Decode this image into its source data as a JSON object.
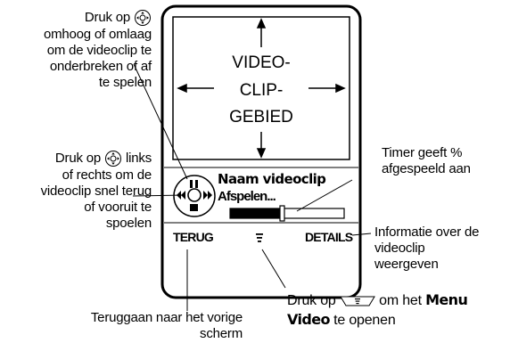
{
  "screen": {
    "video_area_lines": [
      "VIDEO-",
      "CLIP-",
      "GEBIED"
    ],
    "clip_name": "Naam videoclip",
    "playing_status": "Afspelen...",
    "progress_fraction": 0.45,
    "left_softkey": "TERUG",
    "menu_key_glyph": "menu-icon",
    "right_softkey": "DETAILS"
  },
  "callouts": {
    "up_down": {
      "pre": "Druk op",
      "rest": [
        "omhoog of omlaag",
        "om de videoclip te",
        "onderbreken of af",
        "te spelen"
      ]
    },
    "left_right": {
      "pre": "Druk op",
      "post": "links",
      "rest": [
        "of rechts om de",
        "videoclip snel terug",
        "of vooruit te",
        "spoelen"
      ]
    },
    "timer": [
      "Timer geeft %",
      "afgespeeld aan"
    ],
    "details": [
      "Informatie over de",
      "videoclip",
      "weergeven"
    ],
    "back": [
      "Teruggaan naar het vorige",
      "scherm"
    ],
    "menu": {
      "pre": "Druk op",
      "mid": "om het",
      "bold1": "Menu",
      "bold2": "Video",
      "post": "te openen"
    }
  },
  "icons": [
    "navigation-key-icon",
    "menu-key-icon",
    "pause-icon",
    "rewind-icon",
    "fast-forward-icon",
    "stop-icon"
  ]
}
